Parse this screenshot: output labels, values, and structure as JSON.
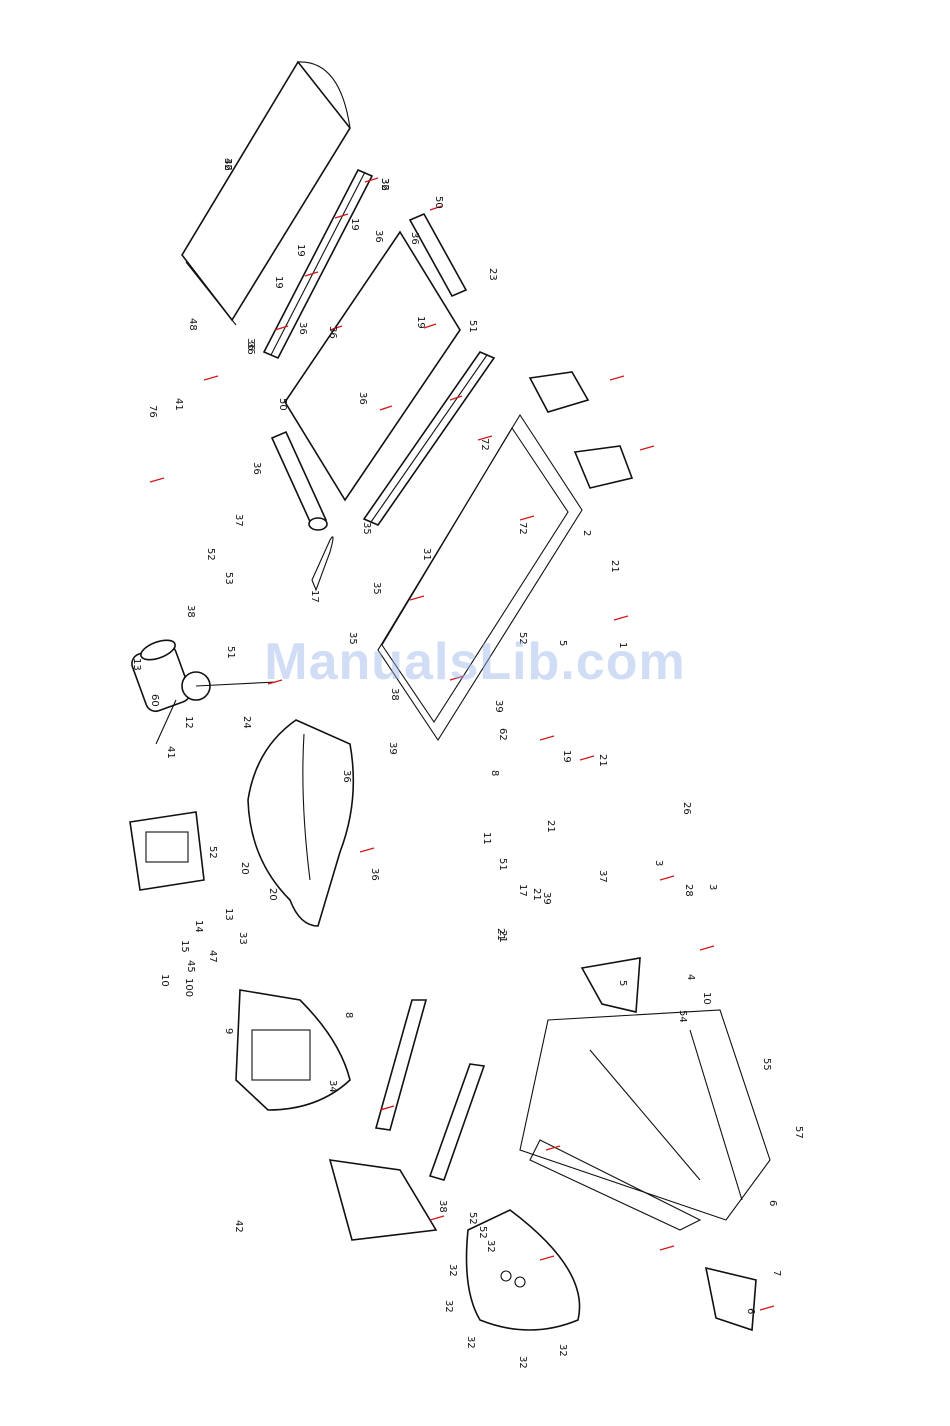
{
  "watermark": "ManualsLib.com",
  "colors": {
    "leader": "#d21a1a",
    "line": "#111111",
    "watermark": "#96b4e6"
  },
  "callouts": [
    "46",
    "36",
    "36",
    "19",
    "19",
    "19",
    "50",
    "36",
    "36",
    "36",
    "76",
    "41",
    "48",
    "36",
    "36",
    "19",
    "51",
    "36",
    "50",
    "36",
    "35",
    "72",
    "72",
    "31",
    "23",
    "37",
    "52",
    "53",
    "38",
    "17",
    "35",
    "51",
    "13",
    "60",
    "41",
    "12",
    "24",
    "35",
    "38",
    "39",
    "39",
    "62",
    "52",
    "52",
    "20",
    "20",
    "36",
    "36",
    "8",
    "11",
    "21",
    "21",
    "1",
    "2",
    "5",
    "19",
    "21",
    "21",
    "17",
    "39",
    "37",
    "26",
    "3",
    "28",
    "3",
    "4",
    "10",
    "10",
    "45",
    "47",
    "14",
    "33",
    "13",
    "15",
    "100",
    "51",
    "21",
    "21",
    "5",
    "54",
    "55",
    "57",
    "6",
    "7",
    "6",
    "8",
    "9",
    "42",
    "34",
    "38",
    "52",
    "52",
    "32",
    "32",
    "32",
    "32",
    "32",
    "32",
    "32",
    "32"
  ]
}
